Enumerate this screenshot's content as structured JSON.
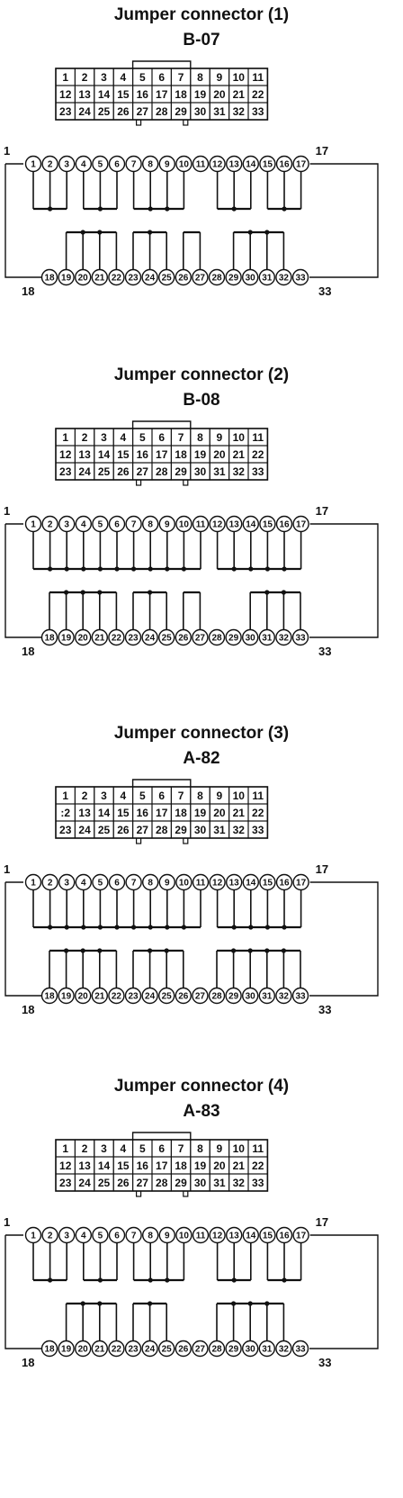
{
  "connectors": [
    {
      "title": "Jumper connector (1)",
      "code": "B-07",
      "grid_rows": [
        [
          "1",
          "2",
          "3",
          "4",
          "5",
          "6",
          "7",
          "8",
          "9",
          "10",
          "11"
        ],
        [
          "12",
          "13",
          "14",
          "15",
          "16",
          "17",
          "18",
          "19",
          "20",
          "21",
          "22"
        ],
        [
          "23",
          "24",
          "25",
          "26",
          "27",
          "28",
          "29",
          "30",
          "31",
          "32",
          "33"
        ]
      ],
      "top_pins": [
        "1",
        "2",
        "3",
        "4",
        "5",
        "6",
        "7",
        "8",
        "9",
        "10",
        "11",
        "12",
        "13",
        "14",
        "15",
        "16",
        "17"
      ],
      "bottom_pins": [
        "18",
        "19",
        "20",
        "21",
        "22",
        "23",
        "24",
        "25",
        "26",
        "27",
        "28",
        "29",
        "30",
        "31",
        "32",
        "33"
      ],
      "edge_labels": {
        "top_left": "1",
        "top_right": "17",
        "bottom_left": "18",
        "bottom_right": "33"
      },
      "top_groups": [
        [
          1,
          2,
          3
        ],
        [
          4,
          5,
          6
        ],
        [
          7,
          8,
          9,
          10
        ],
        [
          12,
          13,
          14
        ],
        [
          15,
          16,
          17
        ]
      ],
      "bottom_groups": [
        [
          19,
          20,
          21,
          22
        ],
        [
          23,
          24,
          25
        ],
        [
          26,
          27
        ],
        [
          29,
          30,
          31,
          32
        ]
      ]
    },
    {
      "title": "Jumper connector (2)",
      "code": "B-08",
      "grid_rows": [
        [
          "1",
          "2",
          "3",
          "4",
          "5",
          "6",
          "7",
          "8",
          "9",
          "10",
          "11"
        ],
        [
          "12",
          "13",
          "14",
          "15",
          "16",
          "17",
          "18",
          "19",
          "20",
          "21",
          "22"
        ],
        [
          "23",
          "24",
          "25",
          "26",
          "27",
          "28",
          "29",
          "30",
          "31",
          "32",
          "33"
        ]
      ],
      "top_pins": [
        "1",
        "2",
        "3",
        "4",
        "5",
        "6",
        "7",
        "8",
        "9",
        "10",
        "11",
        "12",
        "13",
        "14",
        "15",
        "16",
        "17"
      ],
      "bottom_pins": [
        "18",
        "19",
        "20",
        "21",
        "22",
        "23",
        "24",
        "25",
        "26",
        "27",
        "28",
        "29",
        "30",
        "31",
        "32",
        "33"
      ],
      "edge_labels": {
        "top_left": "1",
        "top_right": "17",
        "bottom_left": "18",
        "bottom_right": "33"
      },
      "top_groups": [
        [
          1,
          2,
          3,
          4,
          5,
          6,
          7,
          8,
          9,
          10,
          11
        ],
        [
          12,
          13,
          14,
          15,
          16,
          17
        ]
      ],
      "bottom_groups": [
        [
          18,
          19,
          20,
          21,
          22
        ],
        [
          23,
          24,
          25
        ],
        [
          26,
          27
        ],
        [
          30,
          31,
          32,
          33
        ]
      ]
    },
    {
      "title": "Jumper connector (3)",
      "code": "A-82",
      "grid_rows": [
        [
          "1",
          "2",
          "3",
          "4",
          "5",
          "6",
          "7",
          "8",
          "9",
          "10",
          "11"
        ],
        [
          ":2",
          "13",
          "14",
          "15",
          "16",
          "17",
          "18",
          "19",
          "20",
          "21",
          "22"
        ],
        [
          "23",
          "24",
          "25",
          "26",
          "27",
          "28",
          "29",
          "30",
          "31",
          "32",
          "33"
        ]
      ],
      "top_pins": [
        "1",
        "2",
        "3",
        "4",
        "5",
        "6",
        "7",
        "8",
        "9",
        "10",
        "11",
        "12",
        "13",
        "14",
        "15",
        "16",
        "17"
      ],
      "bottom_pins": [
        "18",
        "19",
        "20",
        "21",
        "22",
        "23",
        "24",
        "25",
        "26",
        "27",
        "28",
        "29",
        "30",
        "31",
        "32",
        "33"
      ],
      "edge_labels": {
        "top_left": "1",
        "top_right": "17",
        "bottom_left": "18",
        "bottom_right": "33"
      },
      "top_groups": [
        [
          1,
          2,
          3,
          4,
          5,
          6,
          7,
          8,
          9,
          10,
          11
        ],
        [
          12,
          13,
          14,
          15,
          16,
          17
        ]
      ],
      "bottom_groups": [
        [
          18,
          19,
          20,
          21,
          22
        ],
        [
          23,
          24,
          25,
          26
        ],
        [
          28,
          29,
          30,
          31,
          32,
          33
        ]
      ]
    },
    {
      "title": "Jumper connector (4)",
      "code": "A-83",
      "grid_rows": [
        [
          "1",
          "2",
          "3",
          "4",
          "5",
          "6",
          "7",
          "8",
          "9",
          "10",
          "11"
        ],
        [
          "12",
          "13",
          "14",
          "15",
          "16",
          "17",
          "18",
          "19",
          "20",
          "21",
          "22"
        ],
        [
          "23",
          "24",
          "25",
          "26",
          "27",
          "28",
          "29",
          "30",
          "31",
          "32",
          "33"
        ]
      ],
      "top_pins": [
        "1",
        "2",
        "3",
        "4",
        "5",
        "6",
        "7",
        "8",
        "9",
        "10",
        "11",
        "12",
        "13",
        "14",
        "15",
        "16",
        "17"
      ],
      "bottom_pins": [
        "18",
        "19",
        "20",
        "21",
        "22",
        "23",
        "24",
        "25",
        "26",
        "27",
        "28",
        "29",
        "30",
        "31",
        "32",
        "33"
      ],
      "edge_labels": {
        "top_left": "1",
        "top_right": "17",
        "bottom_left": "18",
        "bottom_right": "33"
      },
      "top_groups": [
        [
          1,
          2,
          3
        ],
        [
          4,
          5,
          6
        ],
        [
          7,
          8,
          9,
          10
        ],
        [
          12,
          13,
          14
        ],
        [
          15,
          16,
          17
        ]
      ],
      "bottom_groups": [
        [
          19,
          20,
          21,
          22
        ],
        [
          23,
          24,
          25
        ],
        [
          28,
          29,
          30,
          31,
          32
        ]
      ]
    }
  ]
}
